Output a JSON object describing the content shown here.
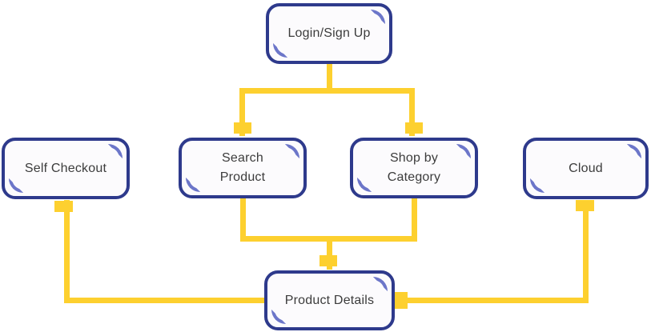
{
  "diagram": {
    "nodes": [
      {
        "id": "login",
        "label": "Login/Sign Up"
      },
      {
        "id": "self-checkout",
        "label": "Self Checkout"
      },
      {
        "id": "search-product",
        "label": "Search\nProduct"
      },
      {
        "id": "shop-by-category",
        "label": "Shop by\nCategory"
      },
      {
        "id": "cloud",
        "label": "Cloud"
      },
      {
        "id": "product-details",
        "label": "Product Details"
      }
    ],
    "edges": [
      {
        "from": "Login/Sign Up",
        "to": "Search Product"
      },
      {
        "from": "Login/Sign Up",
        "to": "Shop by Category"
      },
      {
        "from": "Search Product",
        "to": "Product Details"
      },
      {
        "from": "Shop by Category",
        "to": "Product Details"
      },
      {
        "from": "Self Checkout",
        "to": "Product Details"
      },
      {
        "from": "Cloud",
        "to": "Product Details"
      }
    ],
    "colors": {
      "connector": "#FDD02F",
      "node_border": "#2E3A8C",
      "corner_accent": "#6C76C9",
      "node_fill": "#FCFBFD",
      "text": "#3C3C3C"
    }
  }
}
